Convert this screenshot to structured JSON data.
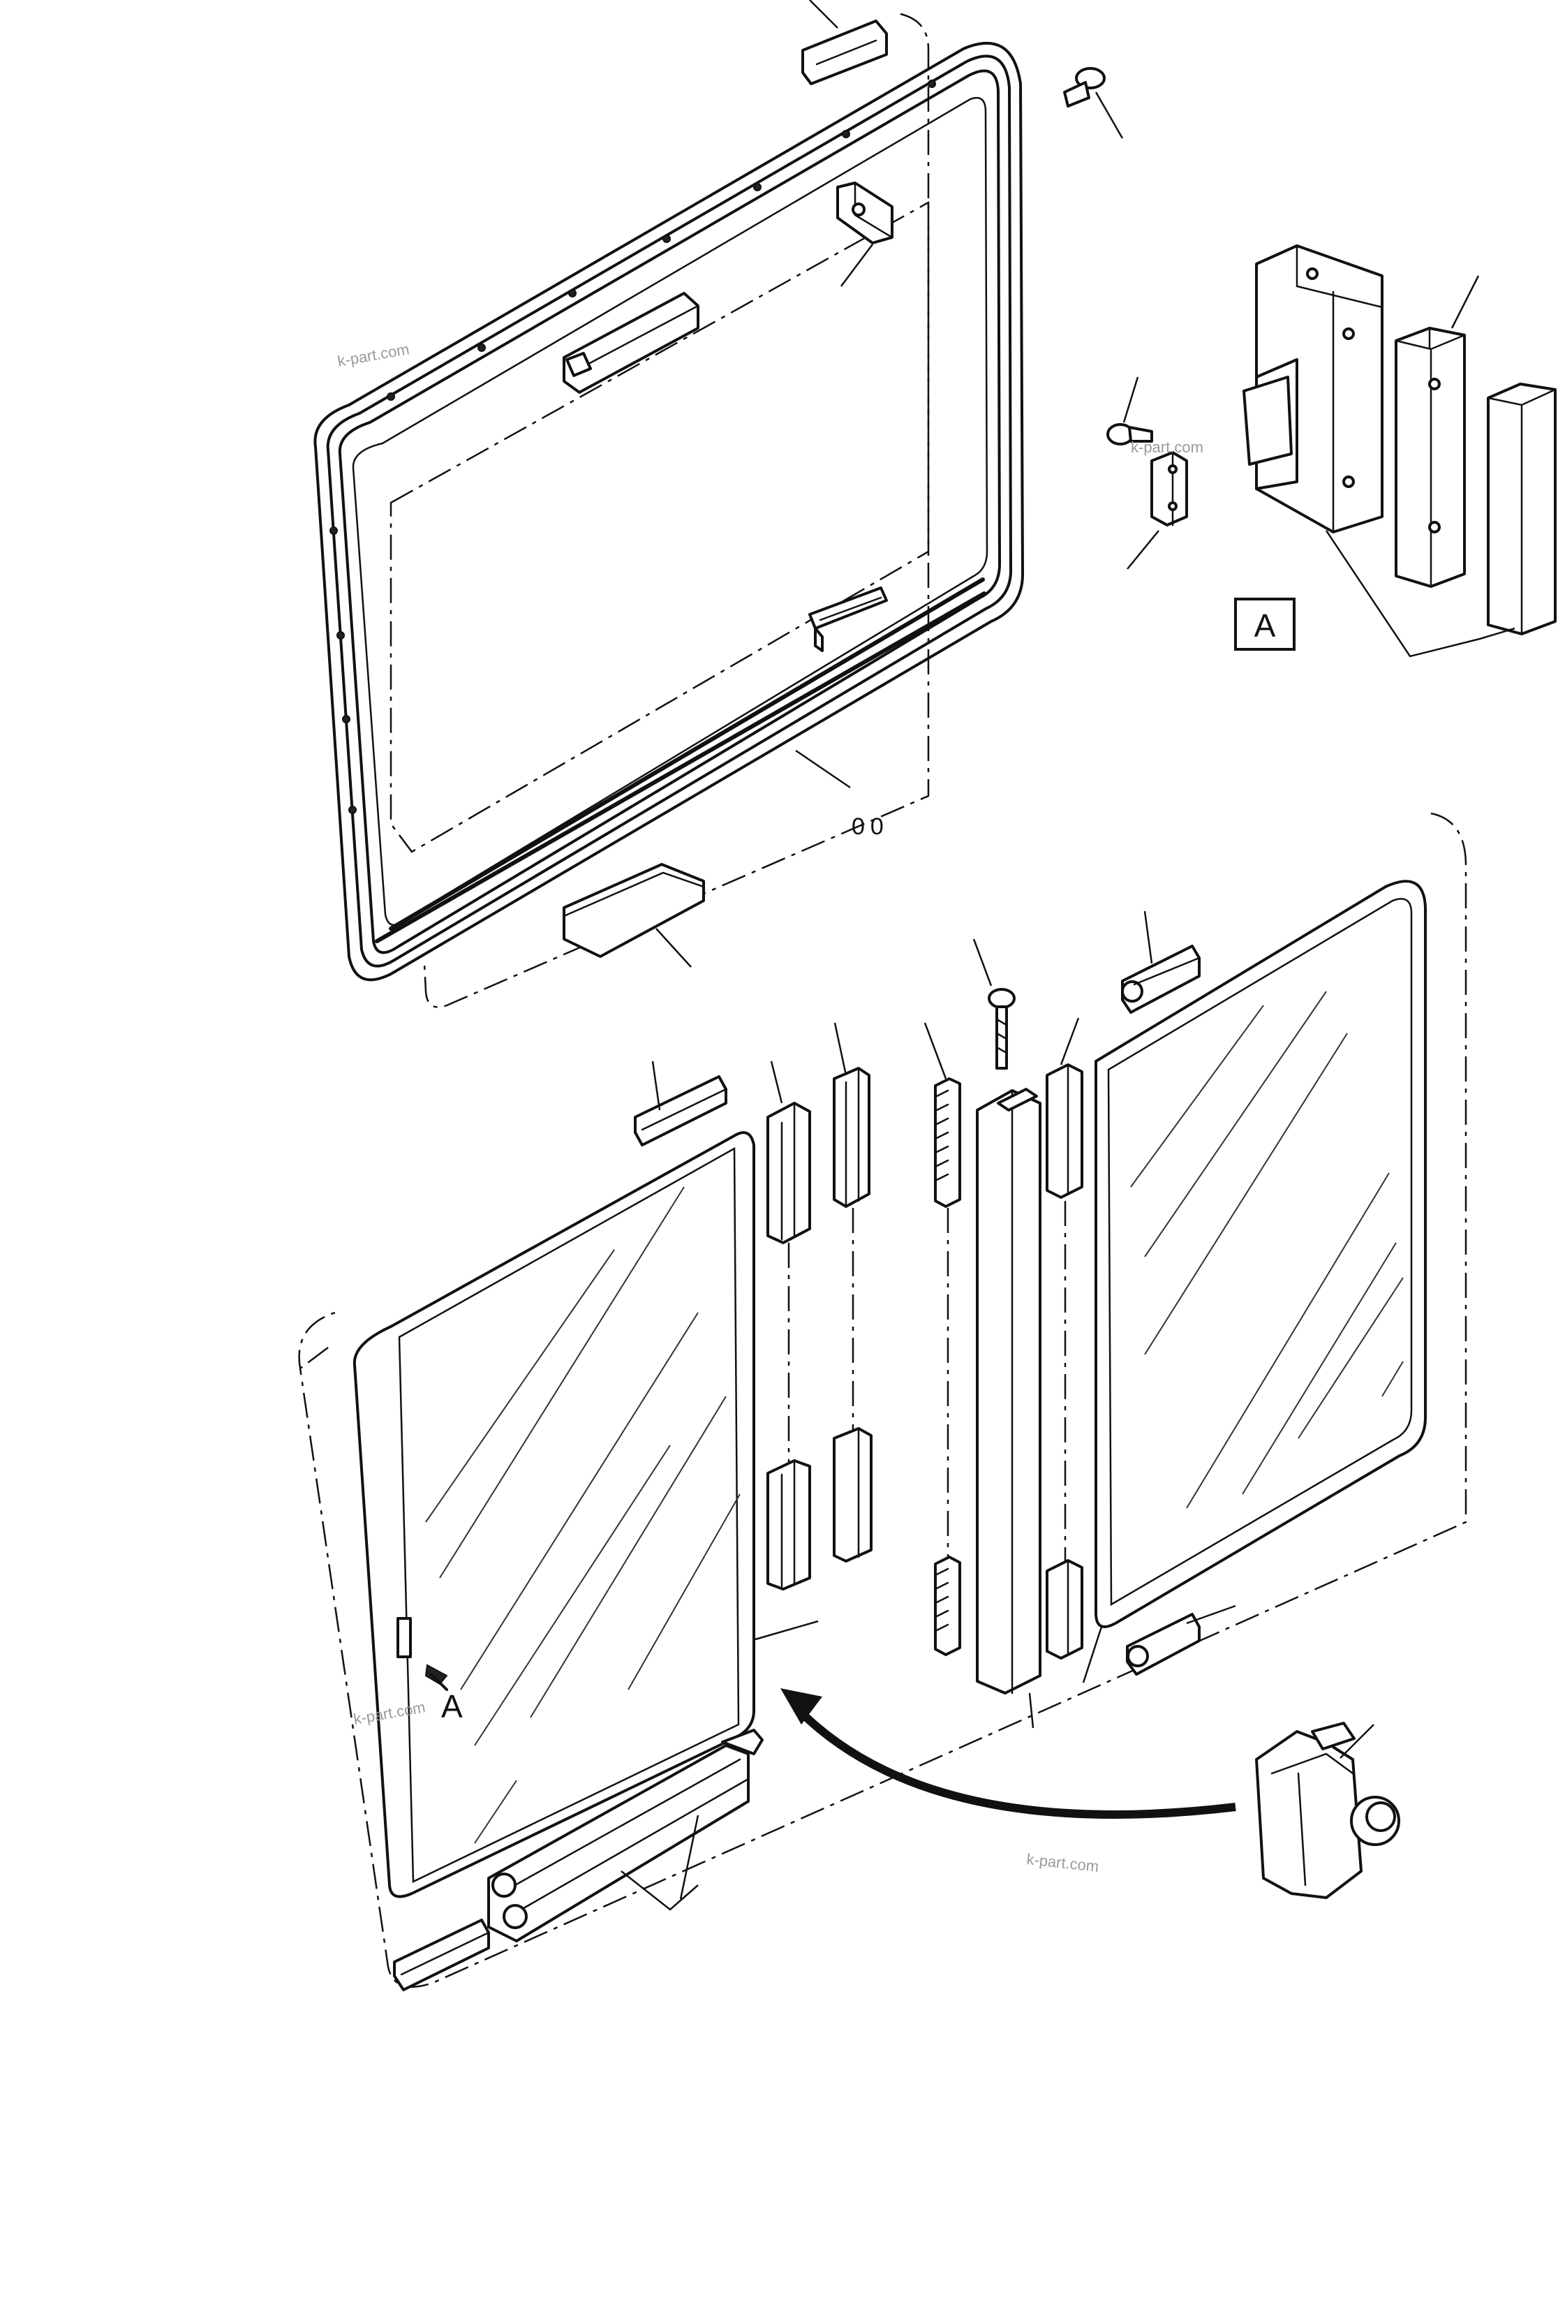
{
  "diagram": {
    "part_code": "00",
    "detail_label": "A",
    "detail_ref_label": "A",
    "watermark": "k-part.com"
  }
}
